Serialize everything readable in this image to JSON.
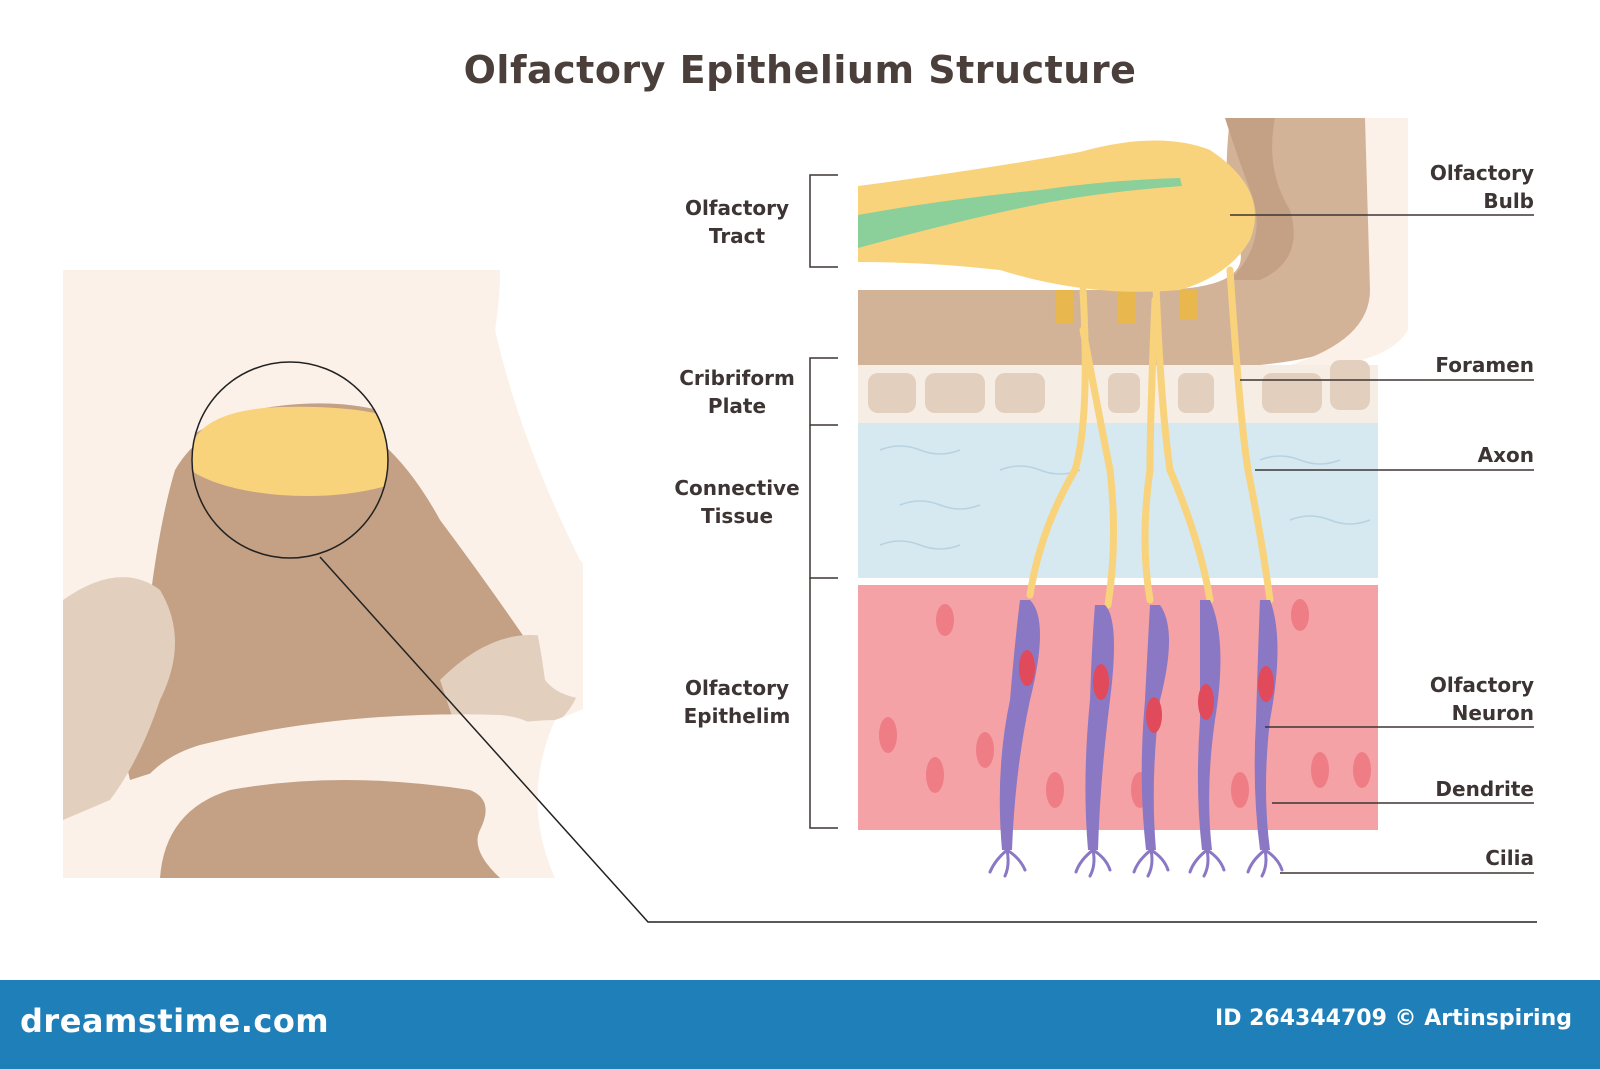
{
  "title": "Olfactory Epithelium Structure",
  "left_labels": {
    "olfactory_tract": [
      "Olfactory",
      "Tract"
    ],
    "cribriform_plate": [
      "Cribriform",
      "Plate"
    ],
    "connective_tissue": [
      "Connective",
      "Tissue"
    ],
    "olfactory_epithelium": [
      "Olfactory",
      "Epithelim"
    ]
  },
  "right_labels": {
    "olfactory_bulb": [
      "Olfactory",
      "Bulb"
    ],
    "foramen": "Foramen",
    "axon": "Axon",
    "olfactory_neuron": [
      "Olfactory",
      "Neuron"
    ],
    "dendrite": "Dendrite",
    "cilia": "Cilia"
  },
  "footer": {
    "brand": "dreamstime.com",
    "credit": "ID 264344709 © Artinspiring"
  },
  "colors": {
    "skin": "#fbf1e9",
    "nasal_brown": "#c4a185",
    "bone": "#e2cfbd",
    "bulb_yellow": "#f8d37b",
    "tract_green": "#8bcf9a",
    "connective_blue": "#d6e8f0",
    "epithelium_pink": "#f4a2a6",
    "neuron_purple": "#8a78c4",
    "footer_blue": "#1f7fb8"
  }
}
